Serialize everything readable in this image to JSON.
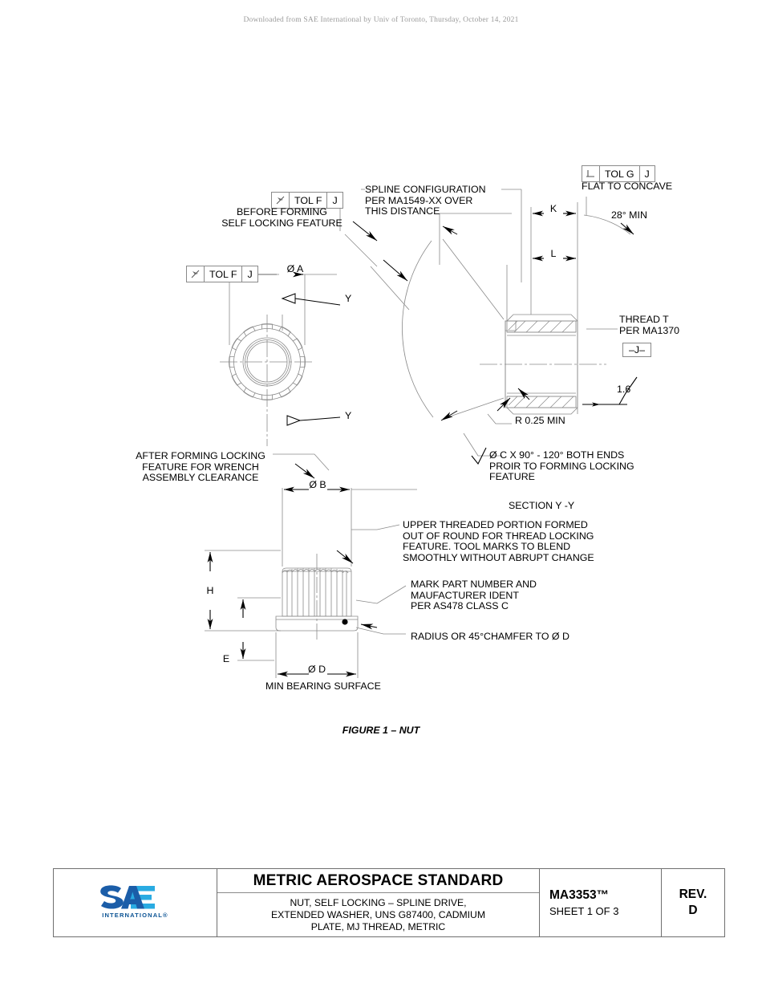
{
  "header": {
    "download_note": "Downloaded from SAE International by Univ of Toronto, Thursday, October 14, 2021"
  },
  "figure": {
    "caption": "FIGURE 1 – NUT"
  },
  "drawing": {
    "gdt_frames": [
      {
        "id": "fcf-runout-top",
        "symbol": "runout-icon",
        "tolerance": "TOL F",
        "datum": "J"
      },
      {
        "id": "fcf-runout-left",
        "symbol": "runout-icon",
        "tolerance": "TOL F",
        "datum": "J"
      },
      {
        "id": "fcf-perpendicularity",
        "symbol": "perpendicularity-icon",
        "tolerance": "TOL G",
        "datum": "J"
      }
    ],
    "datum_feature": "–J–",
    "notes": {
      "before_forming": "BEFORE FORMING\nSELF LOCKING FEATURE",
      "spline_config": "SPLINE CONFIGURATION\nPER MA1549-XX OVER\nTHIS DISTANCE",
      "flat_to_concave": "FLAT TO CONCAVE",
      "thread": "THREAD T\nPER MA1370",
      "radius_min": "R 0.25 MIN",
      "chamfer_both_ends": "Ø C X 90° - 120° BOTH ENDS\nPROIR TO FORMING LOCKING\nFEATURE",
      "section_label": "SECTION Y -Y",
      "after_forming": "AFTER FORMING LOCKING\nFEATURE FOR WRENCH\nASSEMBLY CLEARANCE",
      "upper_threaded": "UPPER THREADED PORTION FORMED\nOUT OF ROUND FOR THREAD LOCKING\nFEATURE. TOOL MARKS TO BLEND\nSMOOTHLY WITHOUT ABRUPT CHANGE",
      "mark_part": "MARK PART NUMBER AND\nMAUFACTURER IDENT\nPER AS478 CLASS C",
      "radius_chamfer": "RADIUS OR 45°CHAMFER TO Ø D",
      "min_bearing": "MIN BEARING SURFACE"
    },
    "dimensions": {
      "dia_a": "Ø A",
      "dia_b": "Ø B",
      "dia_d": "Ø D",
      "k": "K",
      "l": "L",
      "h": "H",
      "e": "E",
      "angle_min": "28° MIN",
      "surface_finish": "1.6",
      "section_arrow_top": "Y",
      "section_arrow_bottom": "Y"
    }
  },
  "title_block": {
    "logo_text": "SAE",
    "logo_sub": "INTERNATIONAL®",
    "standard_type": "METRIC AEROSPACE STANDARD",
    "description": "NUT, SELF LOCKING – SPLINE DRIVE,\nEXTENDED WASHER, UNS G87400, CADMIUM\nPLATE, MJ THREAD, METRIC",
    "doc_number": "MA3353™",
    "sheet": "SHEET 1 OF 3",
    "rev_label": "REV.",
    "rev_value": "D"
  },
  "colors": {
    "line": "#000000",
    "thin_line": "#8a8a8a",
    "logo_dark": "#1b5da8",
    "logo_light": "#29abe2",
    "watermark": "#9b9b9b"
  }
}
